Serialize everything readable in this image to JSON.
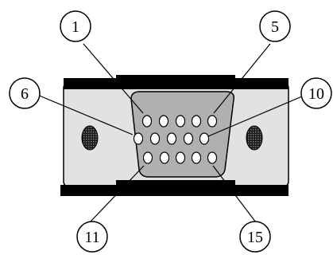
{
  "diagram": {
    "callouts": [
      {
        "label": "1",
        "target_pin": 1
      },
      {
        "label": "5",
        "target_pin": 5
      },
      {
        "label": "6",
        "target_pin": 6
      },
      {
        "label": "10",
        "target_pin": 10
      },
      {
        "label": "11",
        "target_pin": 11
      },
      {
        "label": "15",
        "target_pin": 15
      }
    ],
    "pin_rows": [
      {
        "row": 1,
        "count": 5
      },
      {
        "row": 2,
        "count": 5
      },
      {
        "row": 3,
        "count": 5
      }
    ],
    "colors": {
      "shell_fill": "#e2e2e2",
      "insert_fill": "#b0b0b0",
      "rail_fill": "#000000",
      "stroke": "#000000",
      "pin_fill": "#ffffff"
    }
  }
}
